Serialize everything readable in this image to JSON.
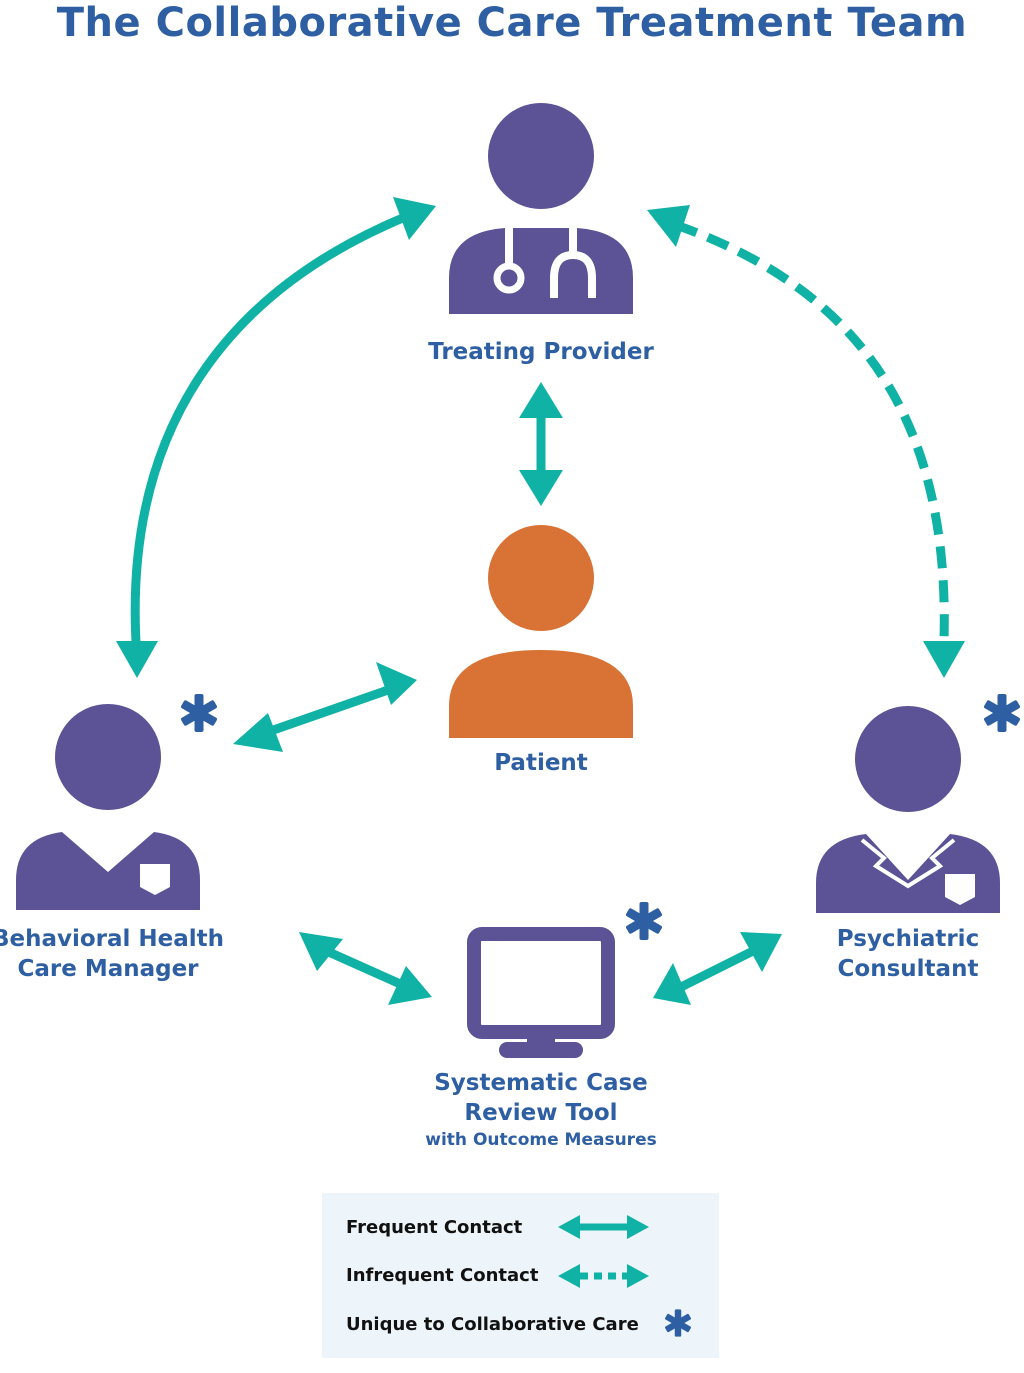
{
  "title": "The Collaborative Care Treatment Team",
  "nodes": {
    "treating_provider": {
      "label": "Treating Provider"
    },
    "patient": {
      "label": "Patient"
    },
    "care_manager": {
      "label_line1": "Behavioral Health",
      "label_line2": "Care Manager"
    },
    "psychiatric_consultant": {
      "label_line1": "Psychiatric",
      "label_line2": "Consultant"
    },
    "case_review_tool": {
      "label_line1": "Systematic Case",
      "label_line2": "Review Tool",
      "label_sub": "with Outcome Measures"
    }
  },
  "legend": {
    "frequent": "Frequent Contact",
    "infrequent": "Infrequent Contact",
    "unique": "Unique to Collaborative Care"
  },
  "colors": {
    "title_blue": "#2E5FA3",
    "person_purple": "#5B5396",
    "patient_orange": "#D87235",
    "arrow_teal": "#0FB2A4",
    "asterisk_blue": "#2E5FA3",
    "legend_bg": "#EEF5FA"
  },
  "icons": [
    "doctor-icon",
    "patient-icon",
    "care-manager-icon",
    "consultant-icon",
    "monitor-icon",
    "asterisk-icon"
  ]
}
